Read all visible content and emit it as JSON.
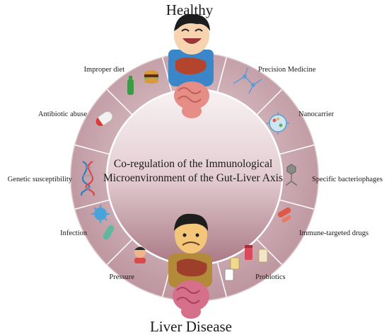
{
  "top_title": "Healthy",
  "bottom_title": "Liver Disease",
  "center_text": {
    "line1": "Co-regulation of the Immunological",
    "line2": "Microenvironment of the Gut-Liver Axis"
  },
  "risk_factors": [
    {
      "label": "Improper diet",
      "icon": "burger-and-bottle-icon"
    },
    {
      "label": "Antibiotic abuse",
      "icon": "capsule-icon"
    },
    {
      "label": "Genetic susceptibility",
      "icon": "dna-icon"
    },
    {
      "label": "Infection",
      "icon": "virus-and-bacterium-icon"
    },
    {
      "label": "Pressure",
      "icon": "stressed-person-icon"
    }
  ],
  "interventions": [
    {
      "label": "Precision Medicine",
      "icon": "molecular-network-icon"
    },
    {
      "label": "Nanocarrier",
      "icon": "nanoparticle-icon"
    },
    {
      "label": "Specific bacteriophages",
      "icon": "bacteriophage-icon"
    },
    {
      "label": "Immune-targeted drugs",
      "icon": "pill-icon"
    },
    {
      "label": "Probiotics",
      "icon": "probiotic-bottles-icon"
    }
  ],
  "colors": {
    "ring": "#c8a5ad",
    "ring_edge": "#ffffff",
    "inner_disc_top": "#f6eff1",
    "inner_disc_bottom": "#ab7a85",
    "healthy_shirt": "#3b86c9",
    "disease_shirt": "#b38a3a",
    "liver": "#b2452c",
    "intestine": "#e58d86"
  }
}
